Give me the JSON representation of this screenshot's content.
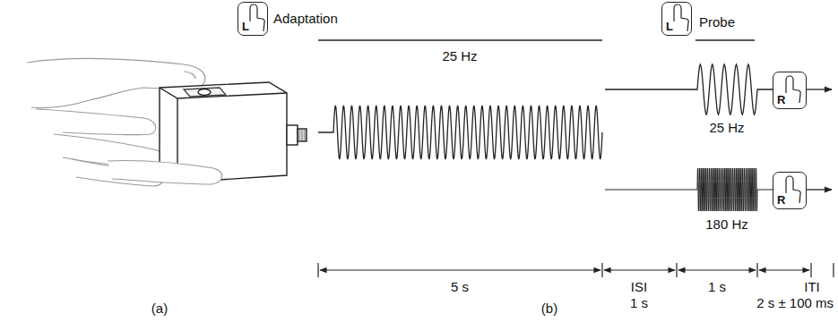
{
  "diagram": {
    "nodes": [
      {
        "text": [
          "L"
        ]
      },
      {
        "text": [
          "L"
        ]
      },
      {
        "text": [
          "R"
        ]
      },
      {
        "text": [
          "R"
        ]
      }
    ],
    "labels": [
      "Adaptation",
      "25 Hz",
      "Probe",
      "25 Hz",
      "180 Hz",
      "5 s",
      "ISI",
      "1 s",
      "1 s",
      "ITI",
      "2 s ± 100 ms",
      "(a)",
      "(b)"
    ]
  }
}
